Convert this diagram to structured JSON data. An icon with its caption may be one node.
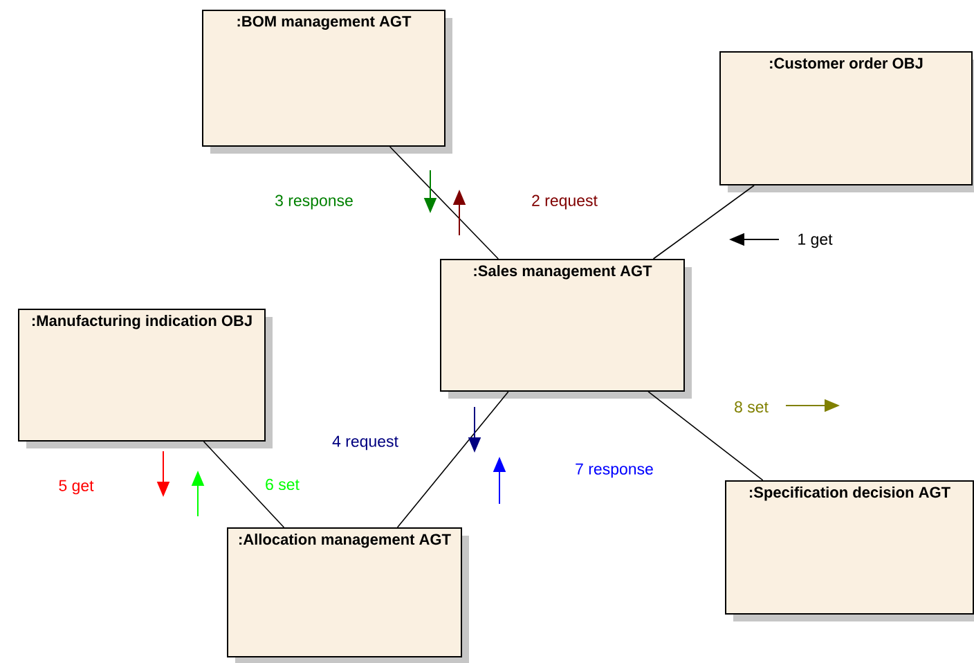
{
  "diagram": {
    "nodes": [
      {
        "text": [
          ":BOM management AGT"
        ]
      },
      {
        "text": [
          ":Customer order OBJ"
        ]
      },
      {
        "text": [
          ":Sales management AGT"
        ]
      },
      {
        "text": [
          ":Manufacturing indication OBJ"
        ]
      },
      {
        "text": [
          ":Allocation management AGT"
        ]
      },
      {
        "text": [
          ":Specification decision AGT"
        ]
      }
    ],
    "edges": [
      {
        "from": 0,
        "to": 2,
        "arrow": "none"
      },
      {
        "from": 1,
        "to": 2,
        "arrow": "none"
      },
      {
        "from": 2,
        "to": 4,
        "arrow": "none"
      },
      {
        "from": 2,
        "to": 5,
        "arrow": "none"
      },
      {
        "from": 3,
        "to": 4,
        "arrow": "none"
      }
    ],
    "labels": [
      "3 response",
      "2 request",
      "1 get",
      "8 set",
      "4 request",
      "7 response",
      "5 get",
      "6 set"
    ]
  }
}
